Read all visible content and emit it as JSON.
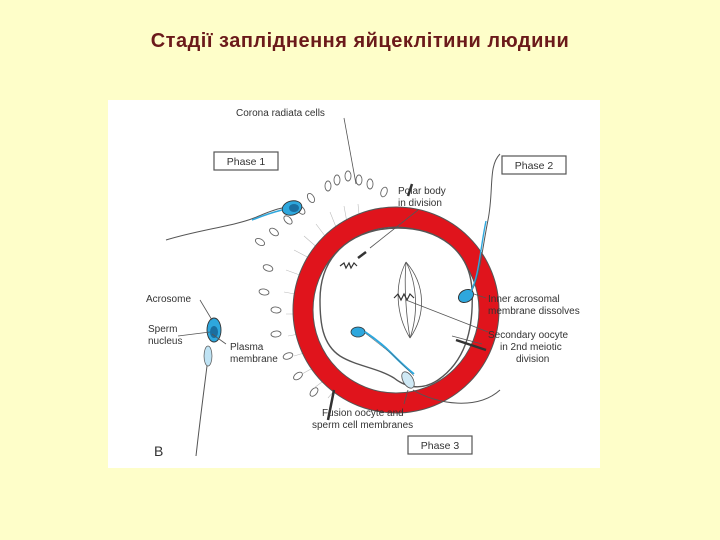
{
  "title": "Стадії запліднення яйцеклітини людини",
  "figure": {
    "phases": [
      "Phase 1",
      "Phase 2",
      "Phase 3"
    ],
    "labels": {
      "corona": "Corona radiata cells",
      "polar_body": [
        "Polar body",
        "in division"
      ],
      "acrosome": "Acrosome",
      "sperm_nucleus": [
        "Sperm",
        "nucleus"
      ],
      "plasma_membrane": [
        "Plasma",
        "membrane"
      ],
      "inner_acrosomal": [
        "Inner acrosomal",
        "membrane dissolves"
      ],
      "secondary_oocyte": [
        "Secondary oocyte",
        "in 2nd meiotic",
        "division"
      ],
      "fusion": [
        "Fusion oocyte and",
        "sperm cell membranes"
      ]
    },
    "corner_letter": "B",
    "colors": {
      "zona": "#e0141c",
      "sperm_head": "#2ea7dd",
      "oocyte_outline": "#555555",
      "background": "#fefec9"
    }
  }
}
